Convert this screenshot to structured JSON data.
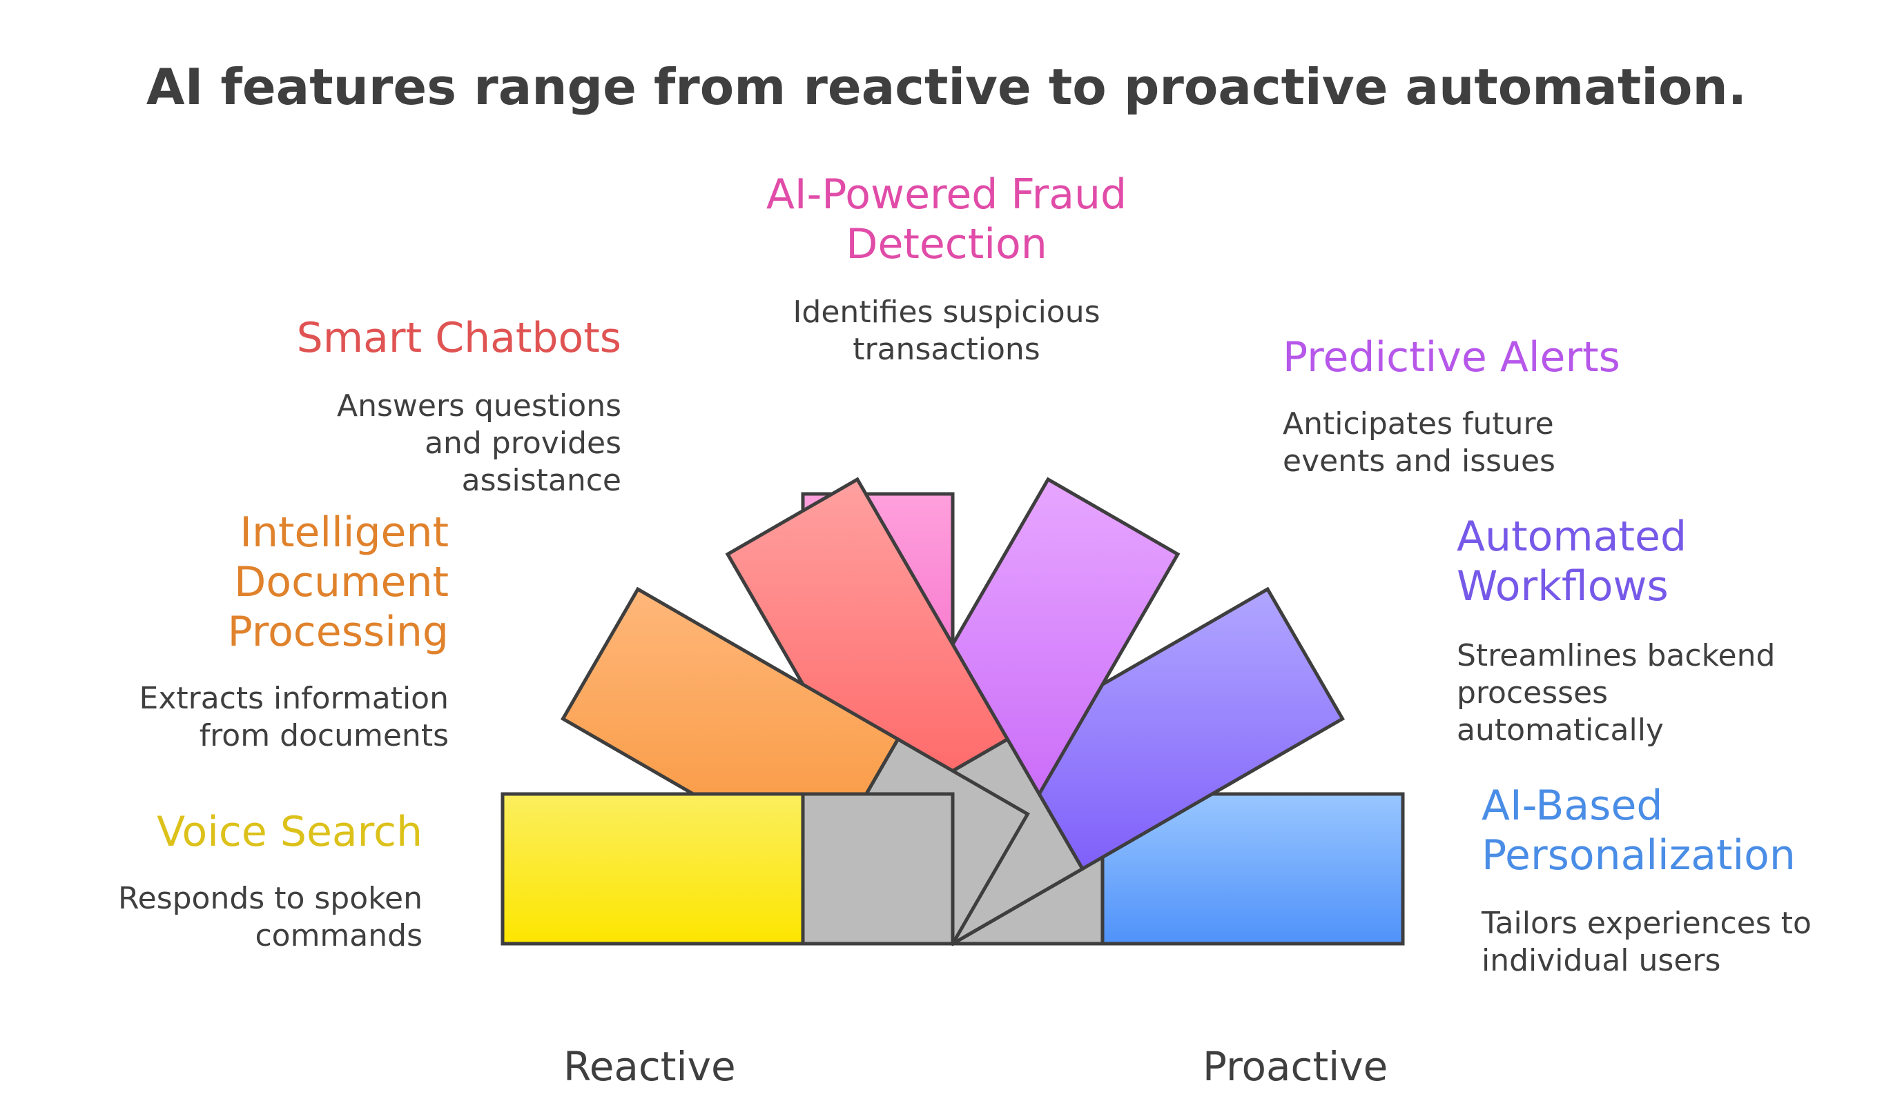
{
  "title": "AI features range from reactive to proactive automation.",
  "axis": {
    "left": "Reactive",
    "right": "Proactive"
  },
  "colors": {
    "outline": "#3e3e3e",
    "hub": "#bbbbbb"
  },
  "features": [
    {
      "key": "voice-search",
      "label": "Voice Search",
      "description": "Responds to spoken\ncommands",
      "color": "#dcc11a",
      "fill_top": "#fbee5e",
      "fill_bottom": "#fde600"
    },
    {
      "key": "intelligent-document-processing",
      "label": "Intelligent\nDocument\nProcessing",
      "description": "Extracts information\nfrom documents",
      "color": "#e0822c",
      "fill_top": "#ffb77a",
      "fill_bottom": "#f8953a"
    },
    {
      "key": "smart-chatbots",
      "label": "Smart Chatbots",
      "description": "Answers questions\nand provides\nassistance",
      "color": "#e05353",
      "fill_top": "#ffa0a0",
      "fill_bottom": "#ff6464"
    },
    {
      "key": "ai-powered-fraud-detection",
      "label": "AI-Powered Fraud\nDetection",
      "description": "Identifies suspicious\ntransactions",
      "color": "#e04ca8",
      "fill_top": "#ffa0dc",
      "fill_bottom": "#f05cc4"
    },
    {
      "key": "predictive-alerts",
      "label": "Predictive Alerts",
      "description": "Anticipates future\nevents and issues",
      "color": "#b657ea",
      "fill_top": "#e7a6ff",
      "fill_bottom": "#c96af8"
    },
    {
      "key": "automated-workflows",
      "label": "Automated\nWorkflows",
      "description": "Streamlines backend\nprocesses\nautomatically",
      "color": "#7659e8",
      "fill_top": "#b0a6ff",
      "fill_bottom": "#8060fa"
    },
    {
      "key": "ai-based-personalization",
      "label": "AI-Based\nPersonalization",
      "description": "Tailors experiences to\nindividual users",
      "color": "#4a8de6",
      "fill_top": "#98c6ff",
      "fill_bottom": "#4f92fa"
    }
  ]
}
